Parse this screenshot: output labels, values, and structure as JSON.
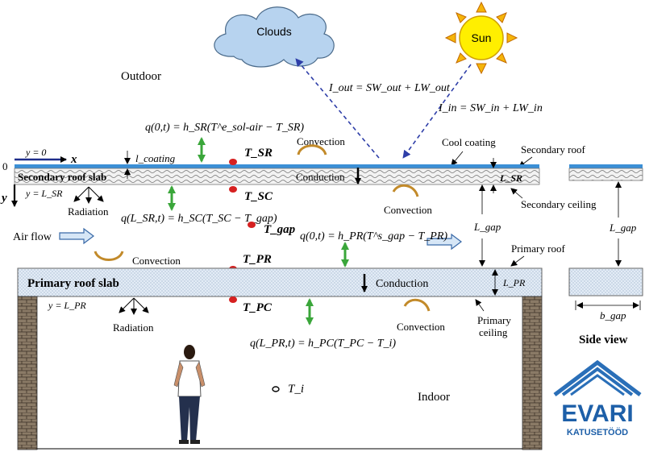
{
  "labels": {
    "clouds": "Clouds",
    "sun": "Sun",
    "outdoor": "Outdoor",
    "indoor": "Indoor",
    "side_view": "Side view",
    "secondary_slab": "Secondary roof slab",
    "primary_slab": "Primary roof slab",
    "conduction": "Conduction",
    "convection": "Convection",
    "radiation": "Radiation",
    "air_flow": "Air flow",
    "cool_coating": "Cool coating",
    "secondary_roof": "Secondary roof",
    "secondary_ceiling": "Secondary ceiling",
    "primary_roof": "Primary roof",
    "primary_ceiling_1": "Primary",
    "primary_ceiling_2": "ceiling",
    "zero": "0",
    "x_axis": "x",
    "y_axis": "y"
  },
  "equations": {
    "i_out": "I_out = SW_out + LW_out",
    "i_in": "I_in = SW_in + LW_in",
    "q_top": "q(0,t) = h_SR(T^e_sol-air − T_SR)",
    "q_sc": "q(L_SR,t) = h_SC(T_SC − T_gap)",
    "q_pr": "q(0,t) = h_PR(T^s_gap − T_PR)",
    "q_pc": "q(L_PR,t) = h_PC(T_PC − T_i)"
  },
  "symbols": {
    "t_sr": "T_SR",
    "t_sc": "T_SC",
    "t_gap": "T_gap",
    "t_pr": "T_PR",
    "t_pc": "T_PC",
    "t_i": "T_i",
    "y0": "y = 0",
    "y_lsr": "y = L_SR",
    "y_lpr": "y = L_PR",
    "l_coating": "l_coating",
    "l_sr": "L_SR",
    "l_gap": "L_gap",
    "l_pr": "L_PR",
    "b_gap": "b_gap"
  },
  "logo": {
    "name": "EVARI",
    "tagline": "KATUSETÖÖD"
  },
  "colors": {
    "coating": "#3b8fd6",
    "arrow_green": "#3aa63a",
    "arrow_blue_dash": "#2e3ea8",
    "sun": "#ffef00",
    "sun_rays": "#f08a10",
    "cloud": "#b7d3ef",
    "point_red": "#d62020",
    "logo_blue": "#2a6fb8"
  }
}
